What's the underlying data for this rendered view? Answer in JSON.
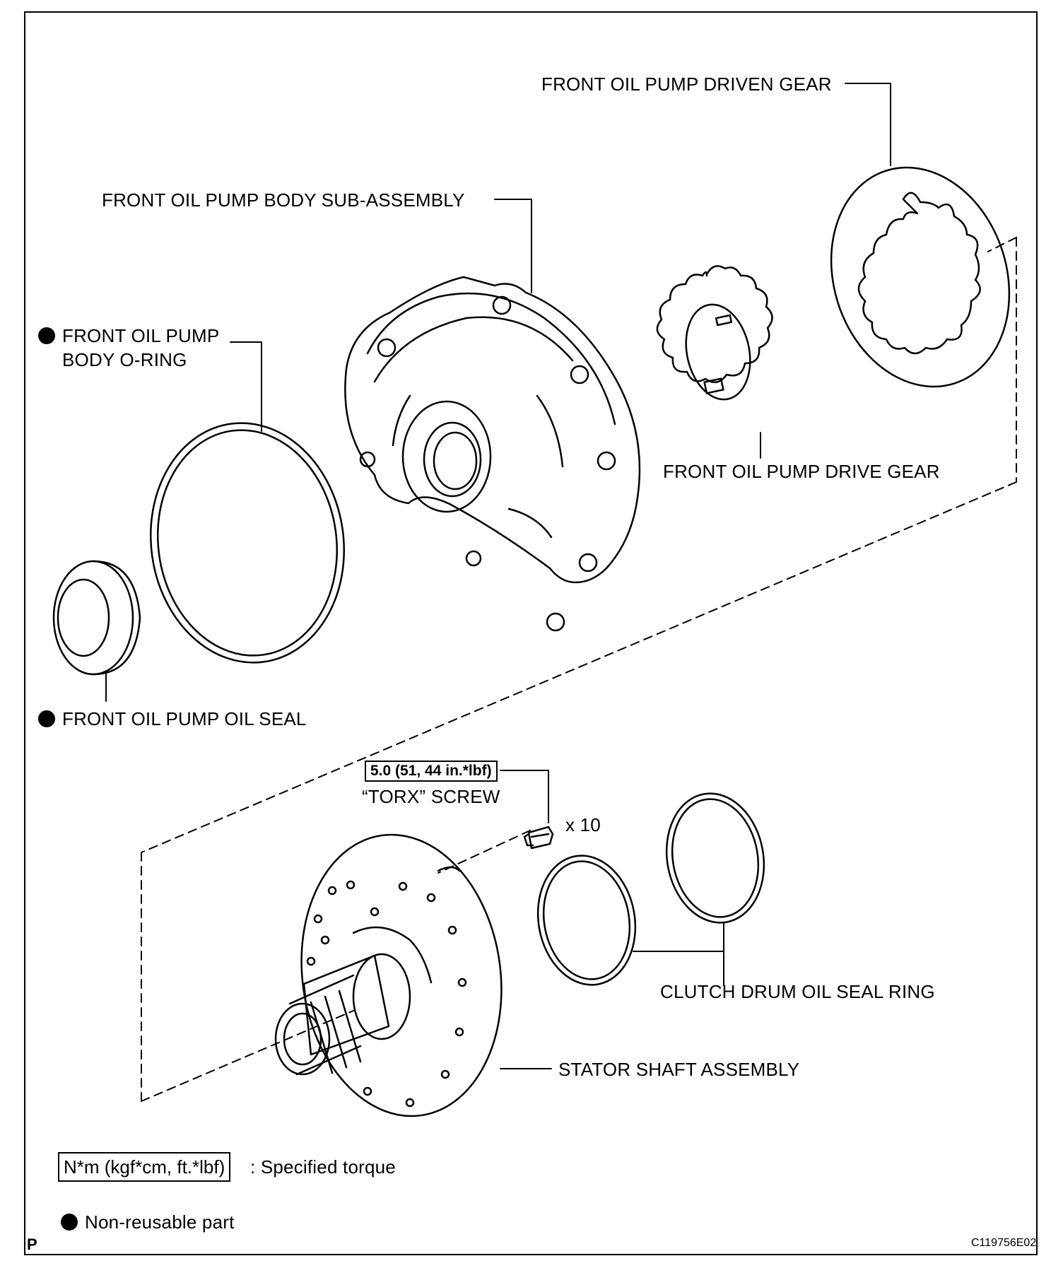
{
  "labels": {
    "driven_gear": "FRONT OIL PUMP DRIVEN GEAR",
    "body_sub_assembly": "FRONT OIL PUMP BODY SUB-ASSEMBLY",
    "o_ring_line1": "FRONT OIL PUMP",
    "o_ring_line2": "BODY O-RING",
    "drive_gear": "FRONT OIL PUMP DRIVE GEAR",
    "oil_seal": "FRONT OIL PUMP OIL SEAL",
    "torque_value": "5.0 (51, 44 in.*lbf)",
    "torx_screw": "“TORX” SCREW",
    "quantity": "x 10",
    "clutch_ring": "CLUTCH DRUM OIL SEAL RING",
    "stator_shaft": "STATOR SHAFT ASSEMBLY"
  },
  "legend": {
    "torque_units": "N*m (kgf*cm, ft.*lbf)",
    "torque_desc": ": Specified torque",
    "nonreusable": "Non-reusable part"
  },
  "footer": {
    "page_mark": "P",
    "figure_code": "C119756E02"
  },
  "marks": {
    "nonreusable_parts": [
      "FRONT OIL PUMP BODY O-RING",
      "FRONT OIL PUMP OIL SEAL"
    ]
  }
}
